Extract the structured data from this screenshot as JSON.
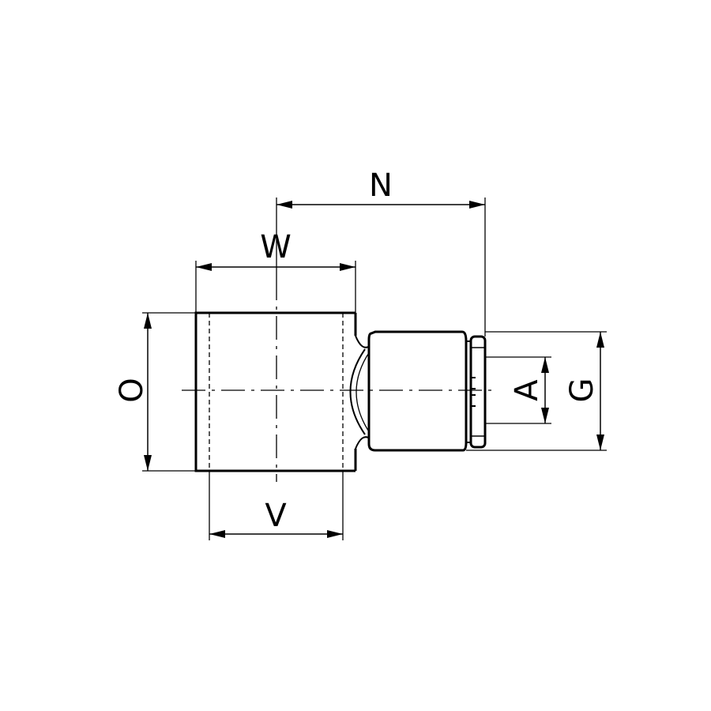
{
  "diagram": {
    "labels": {
      "N": "N",
      "W": "W",
      "O": "O",
      "V": "V",
      "A": "A",
      "G": "G"
    },
    "colors": {
      "line": "#000000",
      "background": "#ffffff"
    }
  }
}
